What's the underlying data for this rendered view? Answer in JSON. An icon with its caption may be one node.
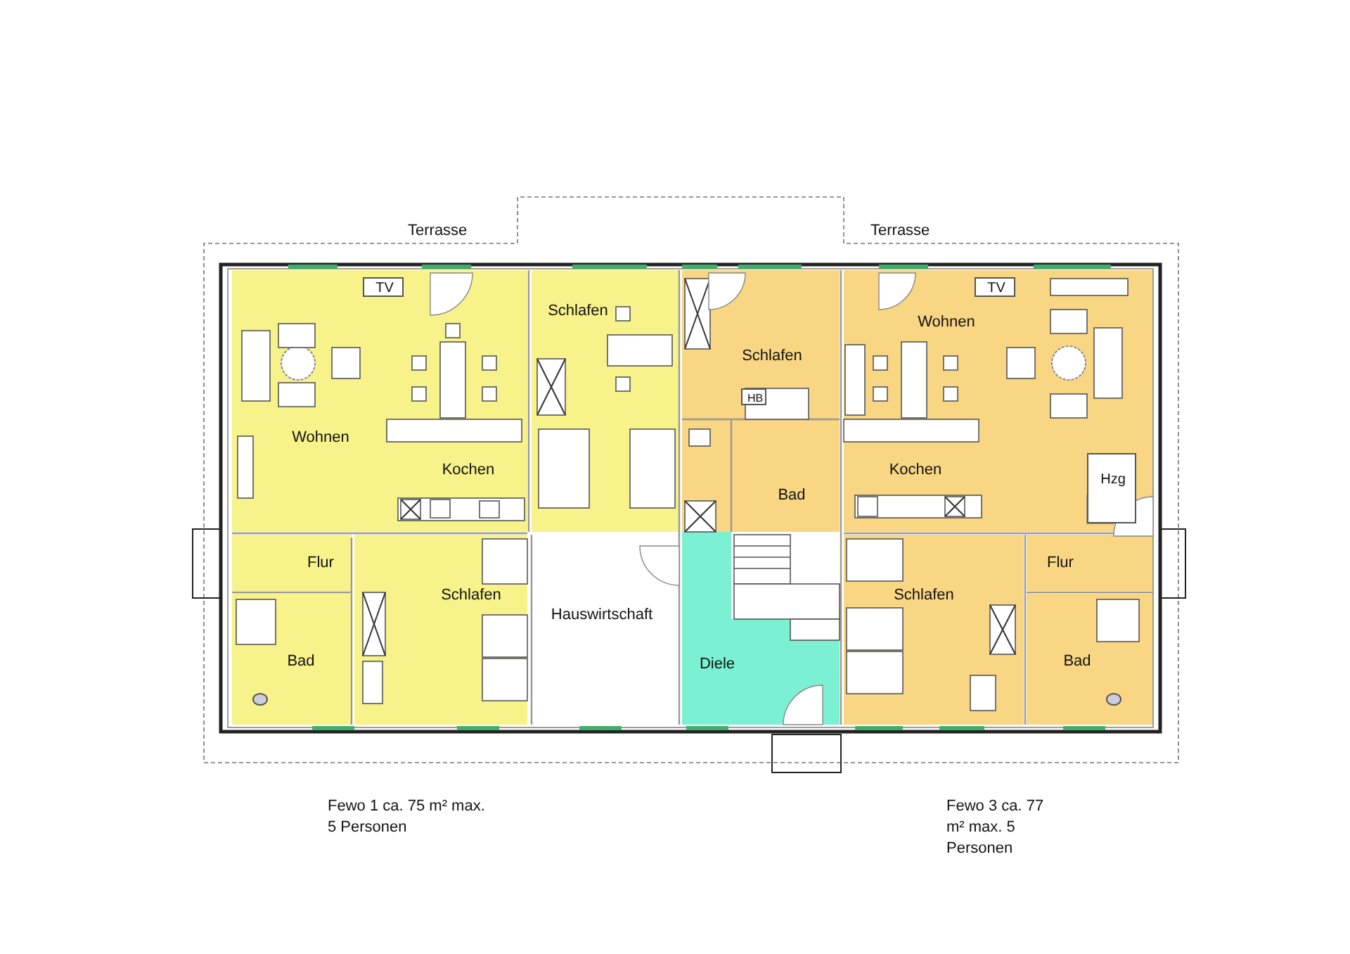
{
  "diagram": {
    "nodes": [
      {
        "text": [
          "Wohnen",
          "Kochen"
        ]
      },
      {
        "text": [
          "TV"
        ],
        "in": 0
      },
      {
        "text": [
          "Schlafen"
        ]
      },
      {
        "text": [
          "Flur"
        ]
      },
      {
        "text": [
          "Bad"
        ]
      },
      {
        "text": [
          "Schlafen"
        ]
      },
      {
        "text": [
          "Hauswirtschaft"
        ]
      },
      {
        "text": [
          "Schlafen"
        ]
      },
      {
        "text": [
          "HB"
        ],
        "in": 7
      },
      {
        "text": [
          "Bad"
        ]
      },
      {
        "text": [
          "Wohnen",
          "Kochen"
        ]
      },
      {
        "text": [
          "TV"
        ],
        "in": 10
      },
      {
        "text": [
          "Hzg"
        ],
        "in": 10
      },
      {
        "text": [
          "Diele"
        ]
      },
      {
        "text": [
          "Schlafen"
        ]
      },
      {
        "text": [
          "Flur"
        ]
      },
      {
        "text": [
          "Bad"
        ]
      }
    ],
    "labels": [
      "Terrasse",
      "Terrasse",
      "Fewo 1 ca. 75 m² max. 5 Personen",
      "Fewo 3 ca. 77 m² max. 5 Personen"
    ]
  }
}
